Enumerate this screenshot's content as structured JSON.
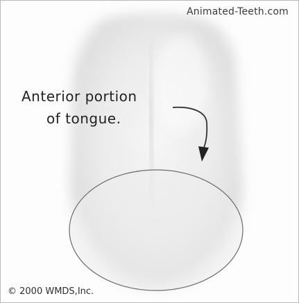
{
  "watermark": "Animated-Teeth.com",
  "annotation": {
    "line1": "Anterior portion",
    "line2": "of tongue."
  },
  "copyright": "© 2000 WMDS,Inc."
}
